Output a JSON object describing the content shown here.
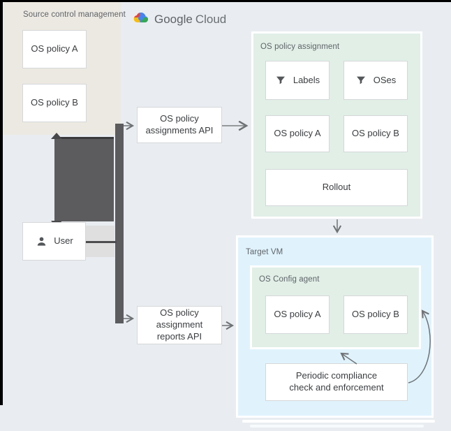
{
  "logo": {
    "google": "Google",
    "cloud": "Cloud"
  },
  "source_control": {
    "label": "Source control management",
    "policies": [
      "OS policy A",
      "OS policy B"
    ]
  },
  "assignments_api": {
    "label": "OS policy\nassignments API"
  },
  "reports_api": {
    "label": "OS policy\nassignment\nreports API"
  },
  "assignment_panel": {
    "label": "OS policy assignment",
    "filters": [
      {
        "icon": "filter-icon",
        "label": "Labels"
      },
      {
        "icon": "filter-icon",
        "label": "OSes"
      }
    ],
    "policies": [
      "OS policy A",
      "OS policy B"
    ],
    "rollout": "Rollout"
  },
  "user": {
    "label": "User",
    "icon": "person-icon"
  },
  "target_vm": {
    "label": "Target VM",
    "agent": {
      "label": "OS Config agent",
      "policies": [
        "OS policy A",
        "OS policy B"
      ]
    },
    "periodic": {
      "label": "Periodic compliance\ncheck and enforcement"
    }
  },
  "colors": {
    "background": "#e9edf1",
    "panel_beige": "#ece9e2",
    "panel_green": "#e1efe7",
    "panel_blue": "#e0f3fd",
    "box_white": "#ffffff",
    "box_border": "#d5d7d9",
    "dark_connector": "#5c5c5e",
    "arrow_gray": "#6f7275",
    "label_gray": "#5f6368",
    "text_dark": "#3a3d40",
    "logo_blue": "#4285f4",
    "logo_red": "#ea4335",
    "logo_yellow": "#fbbc05",
    "logo_green": "#34a853"
  }
}
